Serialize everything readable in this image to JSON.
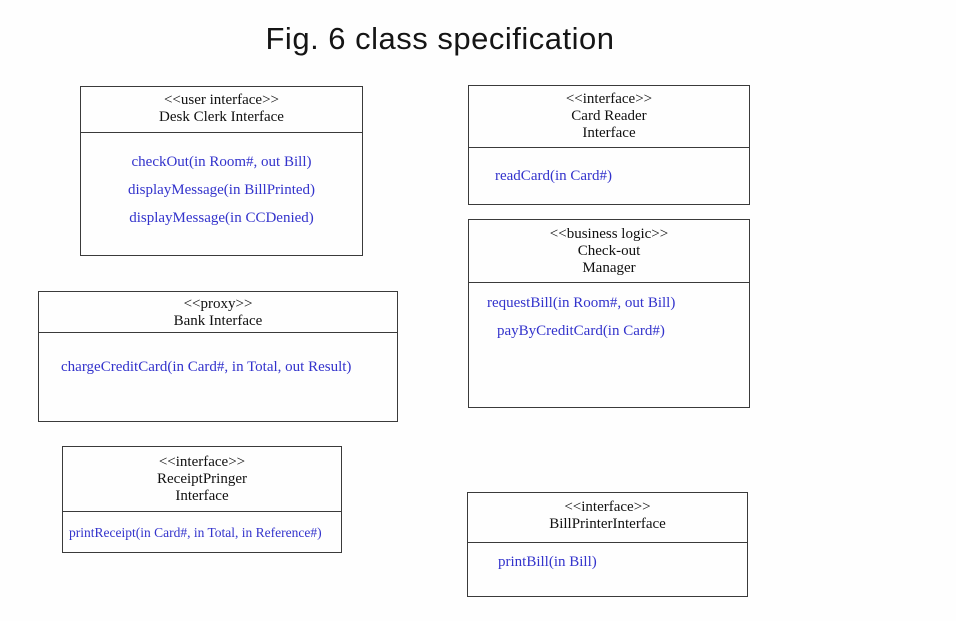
{
  "figure_title": "Fig. 6 class specification",
  "colors": {
    "method_text": "#3333cc",
    "class_text": "#111111",
    "border": "#3a3a3a",
    "background": "#fefefe"
  },
  "classes": [
    {
      "stereotype": "<<user interface>>",
      "name_lines": [
        "Desk Clerk Interface"
      ],
      "methods": [
        "checkOut(in Room#, out Bill)",
        "displayMessage(in BillPrinted)",
        "displayMessage(in CCDenied)"
      ]
    },
    {
      "stereotype": "<<interface>>",
      "name_lines": [
        "Card Reader",
        "Interface"
      ],
      "methods": [
        "readCard(in Card#)"
      ]
    },
    {
      "stereotype": "<<business logic>>",
      "name_lines": [
        "Check-out",
        "Manager"
      ],
      "methods": [
        "requestBill(in Room#, out Bill)",
        "payByCreditCard(in Card#)"
      ]
    },
    {
      "stereotype": "<<proxy>>",
      "name_lines": [
        "Bank Interface"
      ],
      "methods": [
        "chargeCreditCard(in Card#, in Total, out Result)"
      ]
    },
    {
      "stereotype": "<<interface>>",
      "name_lines": [
        "ReceiptPringer",
        "Interface"
      ],
      "methods": [
        "printReceipt(in Card#, in Total, in Reference#)"
      ]
    },
    {
      "stereotype": "<<interface>>",
      "name_lines": [
        "BillPrinterInterface"
      ],
      "methods": [
        "printBill(in Bill)"
      ]
    }
  ]
}
